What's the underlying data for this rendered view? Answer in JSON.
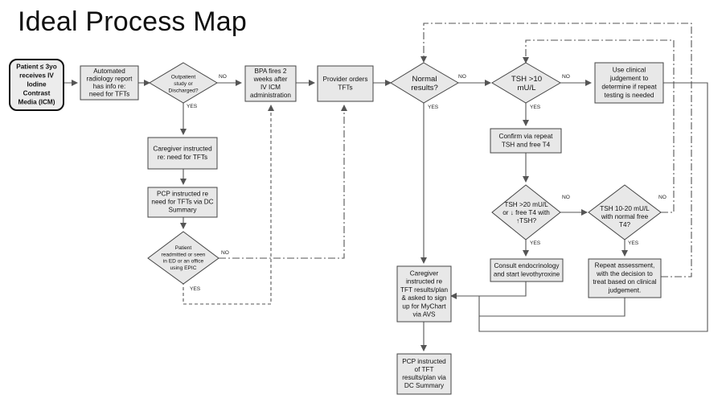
{
  "title": "Ideal Process Map",
  "nodes": {
    "start": "Patient ≤ 3yo|receives IV|Iodine|Contrast|Media (ICM)",
    "auto_report": "Automated|radiology report|has info re:|need for TFTs",
    "outpatient_q": "Outpatient|study or|Discharged?",
    "bpa": "BPA fires 2|weeks after|IV ICM|administration",
    "provider_orders": "Provider orders|TFTs",
    "normal_q": "Normal|results?",
    "tsh10_q": "TSH >10|mU/L",
    "clinical_judgement": "Use  clinical|judgement to|determine if repeat|testing is needed",
    "caregiver_instructed": "Caregiver instructed|re: need for TFTs",
    "pcp_instructed_dc": "PCP instructed re|need for TFTs via DC|Summary",
    "readmitted_q": "Patient|readmitted or seen|in ED or an office|using EPIC",
    "confirm_repeat": "Confirm via repeat|TSH and free T4",
    "tsh20_q": "TSH >20 mU/L|or ↓ free T4 with|↑TSH?",
    "tsh1020_q": "TSH 10-20 mU/L|with normal free|T4?",
    "consult_endo": "Consult endocrinology|and start levothyroxine",
    "repeat_assessment": "Repeat assessment,|with the decision to|treat based on clinical|judgement.",
    "caregiver_results": "Caregiver|instructed re|TFT results/plan|& asked to sign|up for MyChart|via AVS",
    "pcp_results": "PCP instructed|of TFT|results/plan via|DC Summary"
  },
  "edge_labels": {
    "outpatient_no": "NO",
    "outpatient_yes": "YES",
    "readmitted_no": "NO",
    "readmitted_yes": "YES",
    "normal_no": "NO",
    "normal_yes": "YES",
    "tsh10_no": "NO",
    "tsh10_yes": "YES",
    "tsh20_no": "NO",
    "tsh20_yes": "YES",
    "tsh1020_no": "NO",
    "tsh1020_yes": "YES"
  }
}
